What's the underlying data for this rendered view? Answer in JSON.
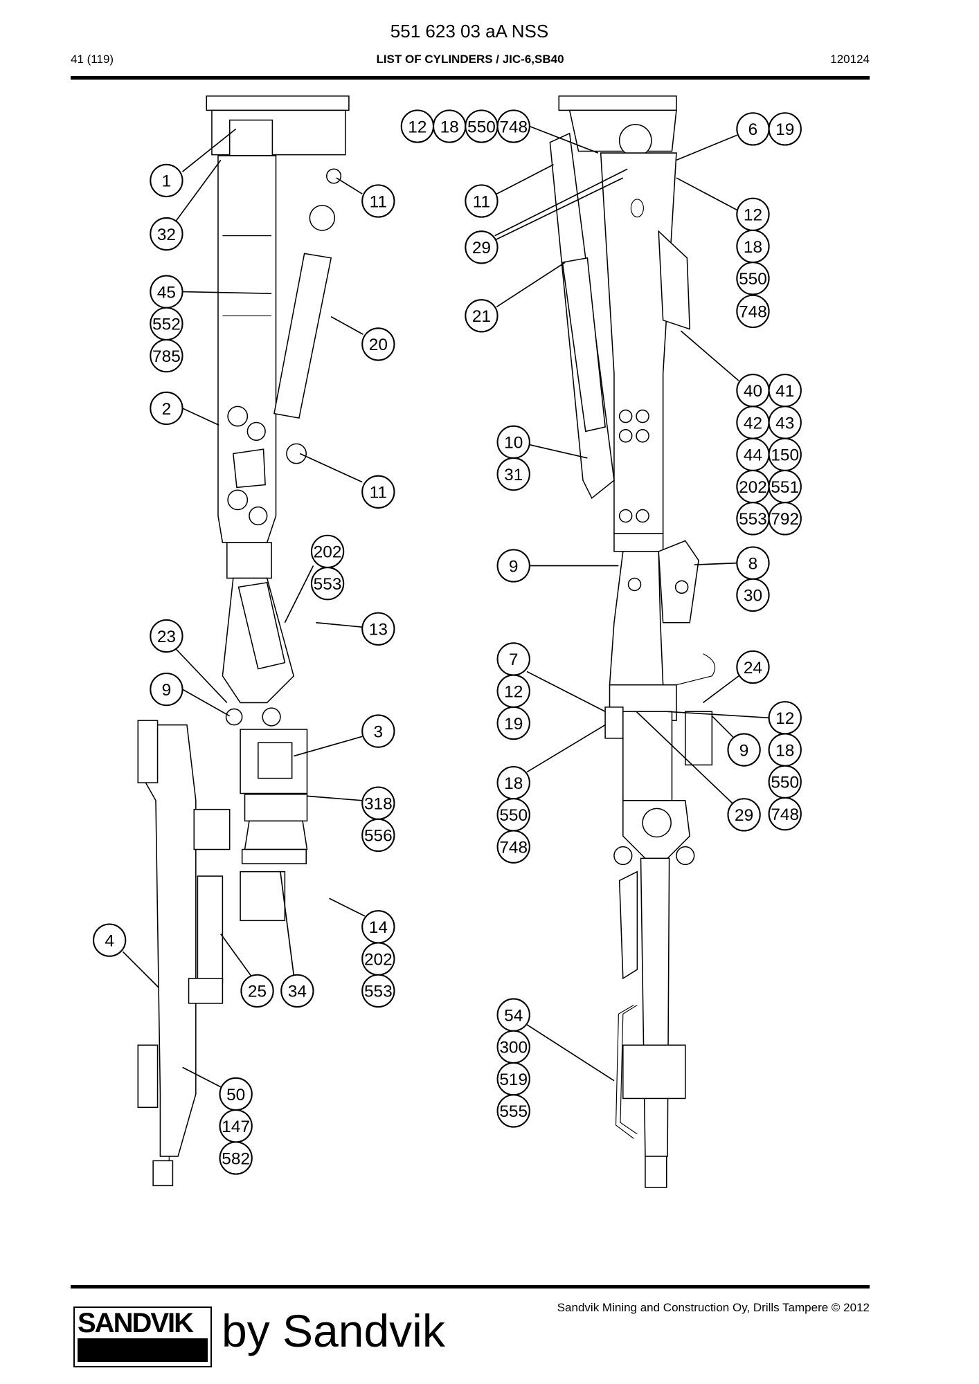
{
  "header": {
    "doc_number": "551 623 03 aA NSS",
    "page": "41 (119)",
    "title": "LIST OF CYLINDERS / JIC-6,SB40",
    "date": "120124"
  },
  "callouts": [
    "1",
    "32",
    "11",
    "45",
    "552",
    "785",
    "20",
    "2",
    "11",
    "202",
    "553",
    "13",
    "23",
    "9",
    "3",
    "318",
    "556",
    "4",
    "25",
    "34",
    "14",
    "202",
    "553",
    "50",
    "147",
    "582",
    "12",
    "18",
    "550",
    "748",
    "6",
    "19",
    "11",
    "29",
    "12",
    "18",
    "550",
    "748",
    "21",
    "40",
    "41",
    "42",
    "43",
    "44",
    "150",
    "202",
    "551",
    "553",
    "792",
    "10",
    "31",
    "9",
    "8",
    "30",
    "7",
    "12",
    "19",
    "24",
    "12",
    "18",
    "550",
    "748",
    "9",
    "18",
    "550",
    "748",
    "29",
    "54",
    "300",
    "519",
    "555"
  ],
  "footer": {
    "logo": "SANDVIK",
    "watermark": "by Sandvik",
    "copyright": "Sandvik Mining and Construction Oy, Drills Tampere © 2012"
  }
}
